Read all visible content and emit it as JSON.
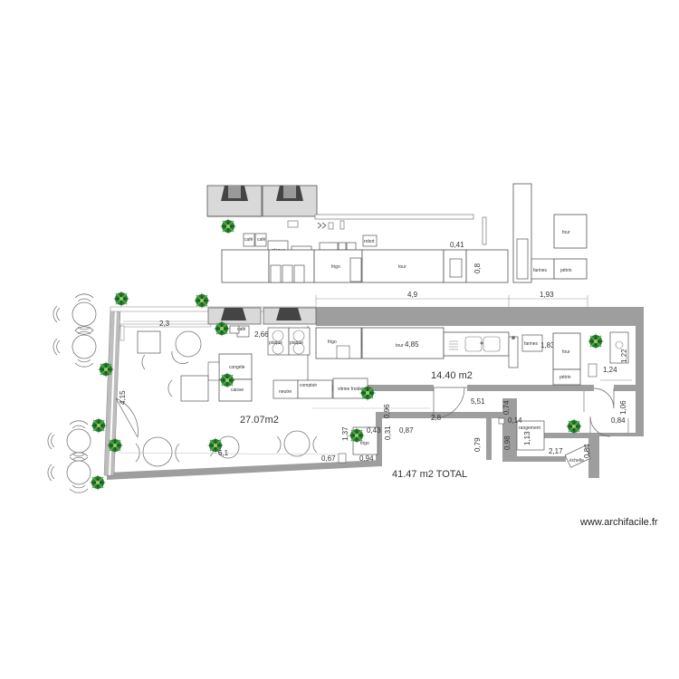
{
  "watermark": "www.archifacile.fr",
  "areas": {
    "terrace": "27.07m2",
    "kitchen": "14.40 m2",
    "total": "41.47 m2 TOTAL"
  },
  "dimensions": {
    "d_4_9": "4,9",
    "d_1_93": "1,93",
    "d_2_3": "2,3",
    "d_2_66": "2,66",
    "d_4_85": "4,85",
    "d_1_83": "1,83",
    "d_1_22": "1,22",
    "d_1_24": "1,24",
    "d_4_15": "4,15",
    "d_5_51": "5,51",
    "d_0_74": "0,74",
    "d_0_96": "0,96",
    "d_2_8": "2,8",
    "d_0_14": "0,14",
    "d_1_06": "1,06",
    "d_0_84": "0,84",
    "d_1_37": "1,37",
    "d_0_43": "0,43",
    "d_0_87": "0,87",
    "d_0_31": "0,31",
    "d_1_13": "1,13",
    "d_0_98": "0,98",
    "d_0_79": "0,79",
    "d_2_17": "2,17",
    "d_6_1": "6,1",
    "d_0_67": "0,67",
    "d_0_94": "0,94",
    "d_0_41": "0,41",
    "d_0_8": "0,8"
  },
  "labels": {
    "cafe1": "café",
    "cafe2": "café",
    "plaque_top": "plaque",
    "frigo_top": "frigo",
    "robot": "robot",
    "tour_top": "tour",
    "four_top": "four",
    "farines_top": "farines",
    "petrin_top": "pétrin",
    "cafe_main": "café",
    "plaque1": "plaque",
    "plaque2": "plaque",
    "frigo_main": "frigo",
    "tour_main": "tour",
    "farines_main": "farines",
    "four_main": "four",
    "petrin_main": "pétrin",
    "congele": "congèle",
    "caisse": "caisse",
    "neutre": "neutre",
    "comptoir": "comptoir",
    "vitrine": "vitrine froide",
    "frigo_small": "frigo",
    "rangement": "rangement",
    "echelle": "échelle"
  }
}
